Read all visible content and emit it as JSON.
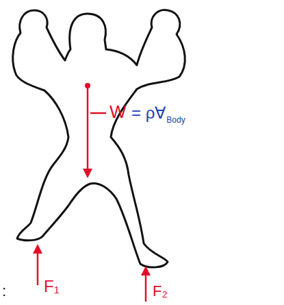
{
  "diagram": {
    "labels": [
      "W",
      "= ρ∀",
      "Body",
      "F₁",
      "F₂",
      ":"
    ]
  }
}
